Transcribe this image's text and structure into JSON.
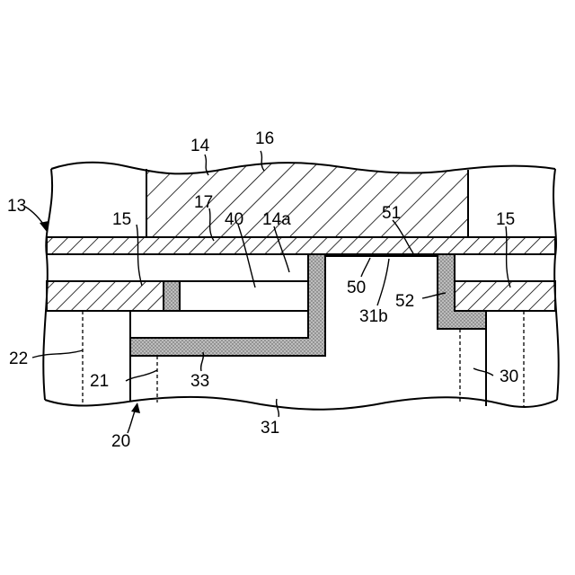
{
  "labels": {
    "l13": "13",
    "l14": "14",
    "l16": "16",
    "l15_left": "15",
    "l17": "17",
    "l40": "40",
    "l14a": "14a",
    "l51": "51",
    "l15_right": "15",
    "l50": "50",
    "l52": "52",
    "l31b": "31b",
    "l22": "22",
    "l21": "21",
    "l33": "33",
    "l30": "30",
    "l31": "31",
    "l20": "20"
  }
}
